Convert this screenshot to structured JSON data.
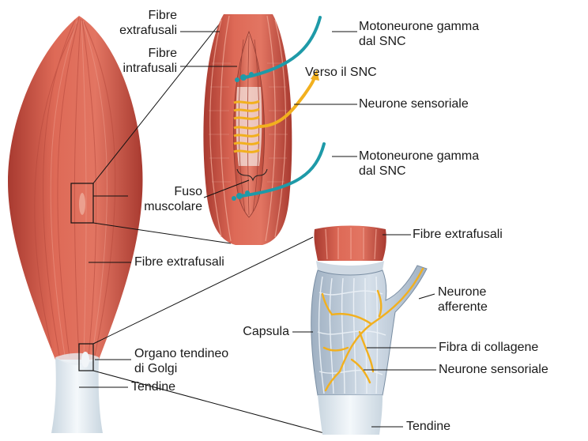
{
  "labels": {
    "fibre_extrafusali_top": "Fibre\nextrafusali",
    "fibre_intrafusali": "Fibre\nintrafusali",
    "motoneurone_gamma_1": "Motoneurone gamma\ndal SNC",
    "verso_snc": "Verso il SNC",
    "neurone_sensoriale_1": "Neurone sensoriale",
    "motoneurone_gamma_2": "Motoneurone gamma\ndal SNC",
    "fuso_muscolare": "Fuso\nmuscolare",
    "fibre_extrafusali_right": "Fibre extrafusali",
    "fibre_extrafusali_mid": "Fibre extrafusali",
    "neurone_afferente": "Neurone\nafferente",
    "capsula": "Capsula",
    "organo_tendineo": "Organo tendineo\ndi Golgi",
    "fibra_collagene": "Fibra di collagene",
    "neurone_sensoriale_2": "Neurone sensoriale",
    "tendine_left": "Tendine",
    "tendine_right": "Tendine"
  },
  "colors": {
    "muscle": "#d9604f",
    "muscle_dark": "#b8463a",
    "muscle_light": "#eaa08f",
    "tendon": "#dfe8ef",
    "motor_neuron": "#1e9aa8",
    "sensory_neuron": "#f2b01e",
    "collagen": "#b8c8d8"
  }
}
